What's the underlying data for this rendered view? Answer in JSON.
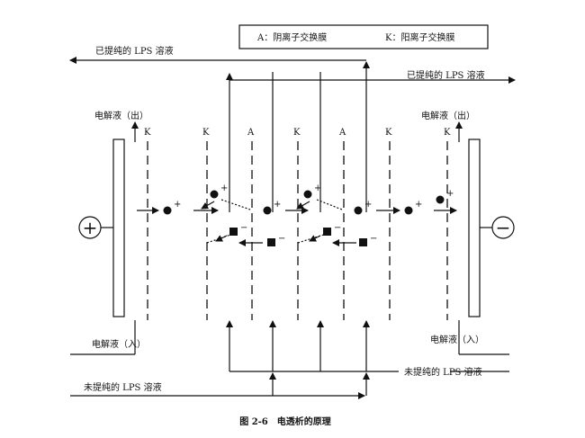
{
  "legend": {
    "anion": "A：阴离子交换膜",
    "cation": "K：阳离子交换膜"
  },
  "flows": {
    "purified_top_left": "已提纯的 LPS 溶液",
    "purified_top_right": "已提纯的 LPS 溶液",
    "unpurified_right": "未提纯的 LPS 溶液",
    "unpurified_left": "未提纯的 LPS 溶液"
  },
  "electrolyte": {
    "out_left": "电解液（出）",
    "out_right": "电解液（出）",
    "in_left": "电解液（入）",
    "in_right": "电解液（入）"
  },
  "membranes": [
    "K",
    "K",
    "A",
    "K",
    "A",
    "K",
    "K"
  ],
  "electrodes": {
    "anode_symbol": "+",
    "cathode_symbol": "−"
  },
  "ions": {
    "cation_sign": "+",
    "anion_sign": "−"
  },
  "caption": "图 2-6　电透析的原理"
}
